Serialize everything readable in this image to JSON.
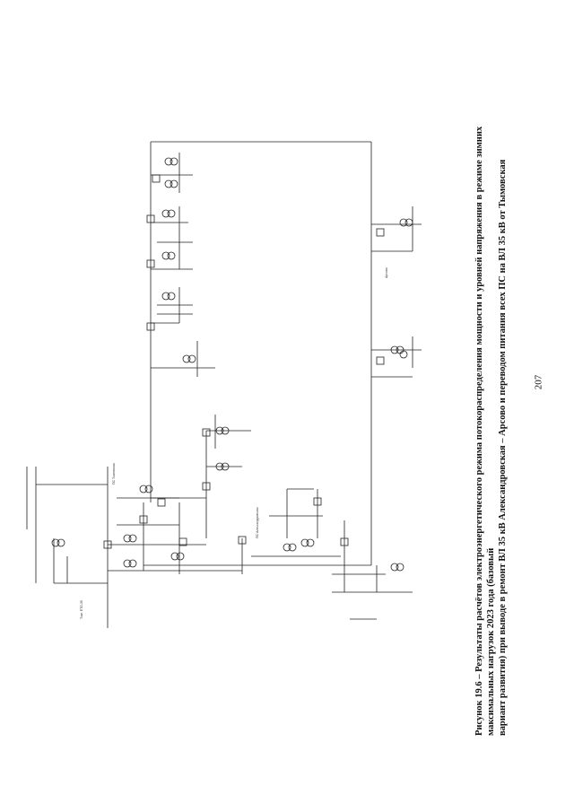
{
  "caption": {
    "line1": "Рисунок 19.6 – Результаты расчётов электроэнергетического режима потокораспределения мощности и уровней напряжения в режиме зимних максимальных нагрузок 2023 года (базовый",
    "line2": "вариант развития) при выводе в ремонт ВЛ 35 кВ Александровская – Арсово и переводом питания всех ПС на ВЛ 35 кВ от Тымовская"
  },
  "page_number": "207",
  "labels": {
    "tymovskaya": "ПС Тымовская",
    "aleksandrovskaya": "ПС Александровская",
    "arsovo": "Арсово",
    "tymovskaya_left": "Тым. ЕТО-35"
  },
  "colors": {
    "line": "#222222",
    "bg": "#ffffff"
  }
}
